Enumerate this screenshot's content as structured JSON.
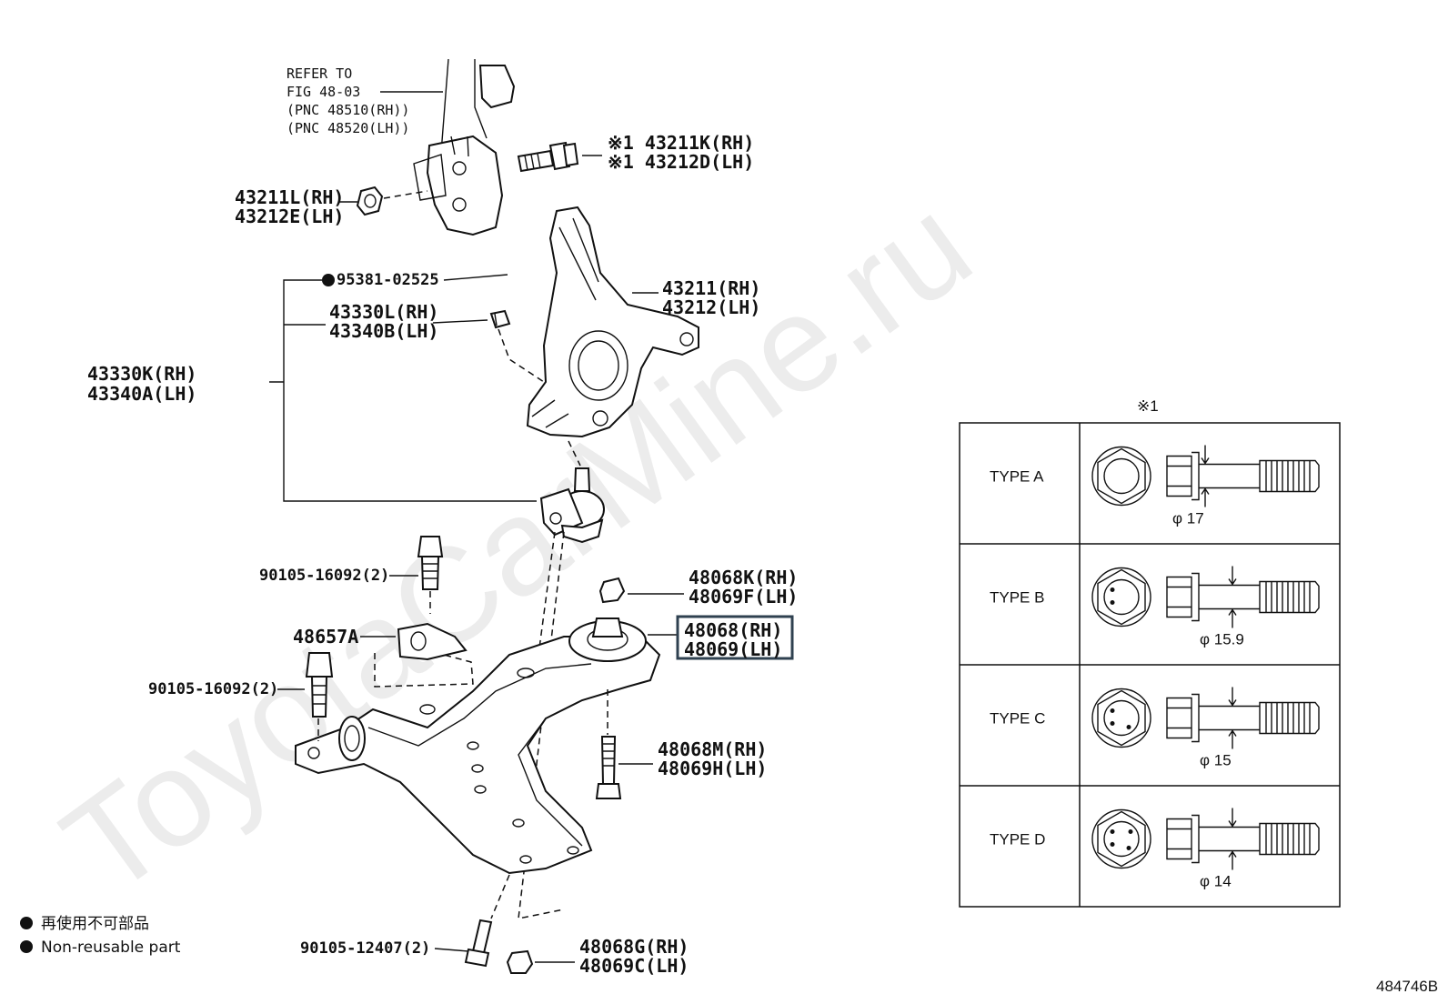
{
  "watermark": "ToyotaCarMine.ru",
  "refer": {
    "line1": "REFER TO",
    "line2": "FIG 48-03",
    "line3": "(PNC 48510(RH))",
    "line4": "(PNC 48520(LH))"
  },
  "labels": {
    "bolt_43211k": "※1 43211K(RH)",
    "bolt_43212d": "※1 43212D(LH)",
    "nut_43211l": "43211L(RH)",
    "nut_43212e": "43212E(LH)",
    "part_95381": "95381-02525",
    "knuckle_43211": "43211(RH)",
    "knuckle_43212": "43212(LH)",
    "ball_43330l": "43330L(RH)",
    "ball_43340b": "43340B(LH)",
    "joint_43330k": "43330K(RH)",
    "joint_43340a": "43340A(LH)",
    "bolt_90105_16092_a": "90105-16092(2)",
    "nut_48068k": "48068K(RH)",
    "nut_48069f": "48069F(LH)",
    "bracket_48657a": "48657A",
    "arm_48068": "48068(RH)",
    "arm_48069": "48069(LH)",
    "bolt_90105_16092_b": "90105-16092(2)",
    "bolt_48068m": "48068M(RH)",
    "bolt_48069h": "48069H(LH)",
    "bolt_90105_12407": "90105-12407(2)",
    "nut_48068g": "48068G(RH)",
    "nut_48069c": "48069C(LH)"
  },
  "legend": {
    "japanese": "再使用不可部品",
    "english": "Non-reusable part"
  },
  "table": {
    "note_mark": "※1",
    "rows": [
      {
        "type": "TYPE A",
        "diameter": "φ 17"
      },
      {
        "type": "TYPE B",
        "diameter": "φ 15.9"
      },
      {
        "type": "TYPE C",
        "diameter": "φ 15"
      },
      {
        "type": "TYPE D",
        "diameter": "φ 14"
      }
    ]
  },
  "figure_id": "484746B",
  "highlight_color": "#2f4150"
}
